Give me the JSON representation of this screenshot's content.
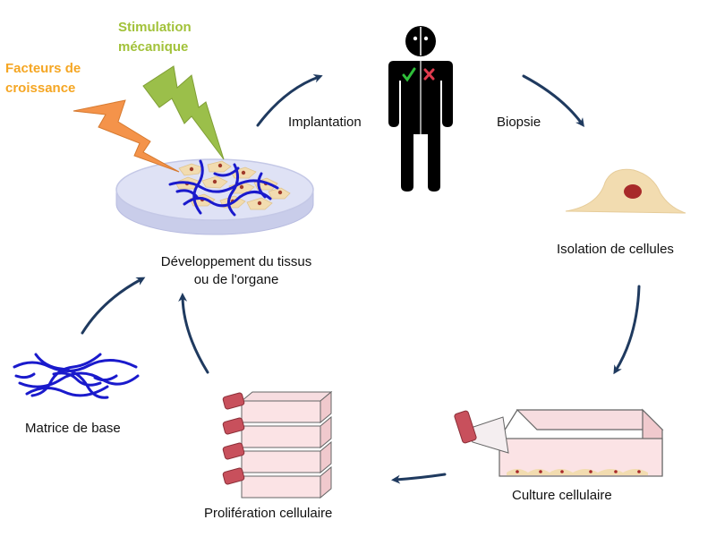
{
  "labels": {
    "facteurs_line1": "Facteurs de",
    "facteurs_line2": "croissance",
    "stimulation_line1": "Stimulation",
    "stimulation_line2": "mécanique",
    "implantation": "Implantation",
    "biopsie": "Biopsie",
    "isolation": "Isolation de cellules",
    "culture": "Culture cellulaire",
    "proliferation": "Prolifération cellulaire",
    "matrice": "Matrice de base",
    "developpement_line1": "Développement du tissus",
    "developpement_line2": "ou de l'organe"
  },
  "colors": {
    "facteurs_text": "#f5a623",
    "stimulation_text": "#a2c23a",
    "arrow": "#1f3a5f",
    "fiber": "#1a1acc",
    "flask_body": "#fbe3e5",
    "flask_cap": "#c8505c",
    "dish": "#d8dcf2",
    "lightning_orange": "#f4934a",
    "lightning_green": "#9bbf4a"
  },
  "icons": {
    "person": "person-silhouette-icon",
    "check": "check-icon",
    "cross": "cross-icon"
  }
}
